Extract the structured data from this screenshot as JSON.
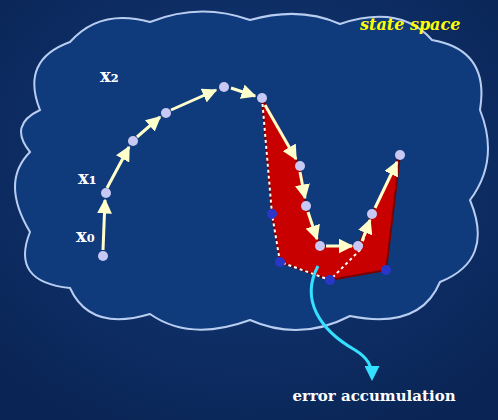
{
  "diagram": {
    "labels": [
      "state space",
      "x₂",
      "x₁",
      "x₀",
      "error accumulation"
    ]
  }
}
